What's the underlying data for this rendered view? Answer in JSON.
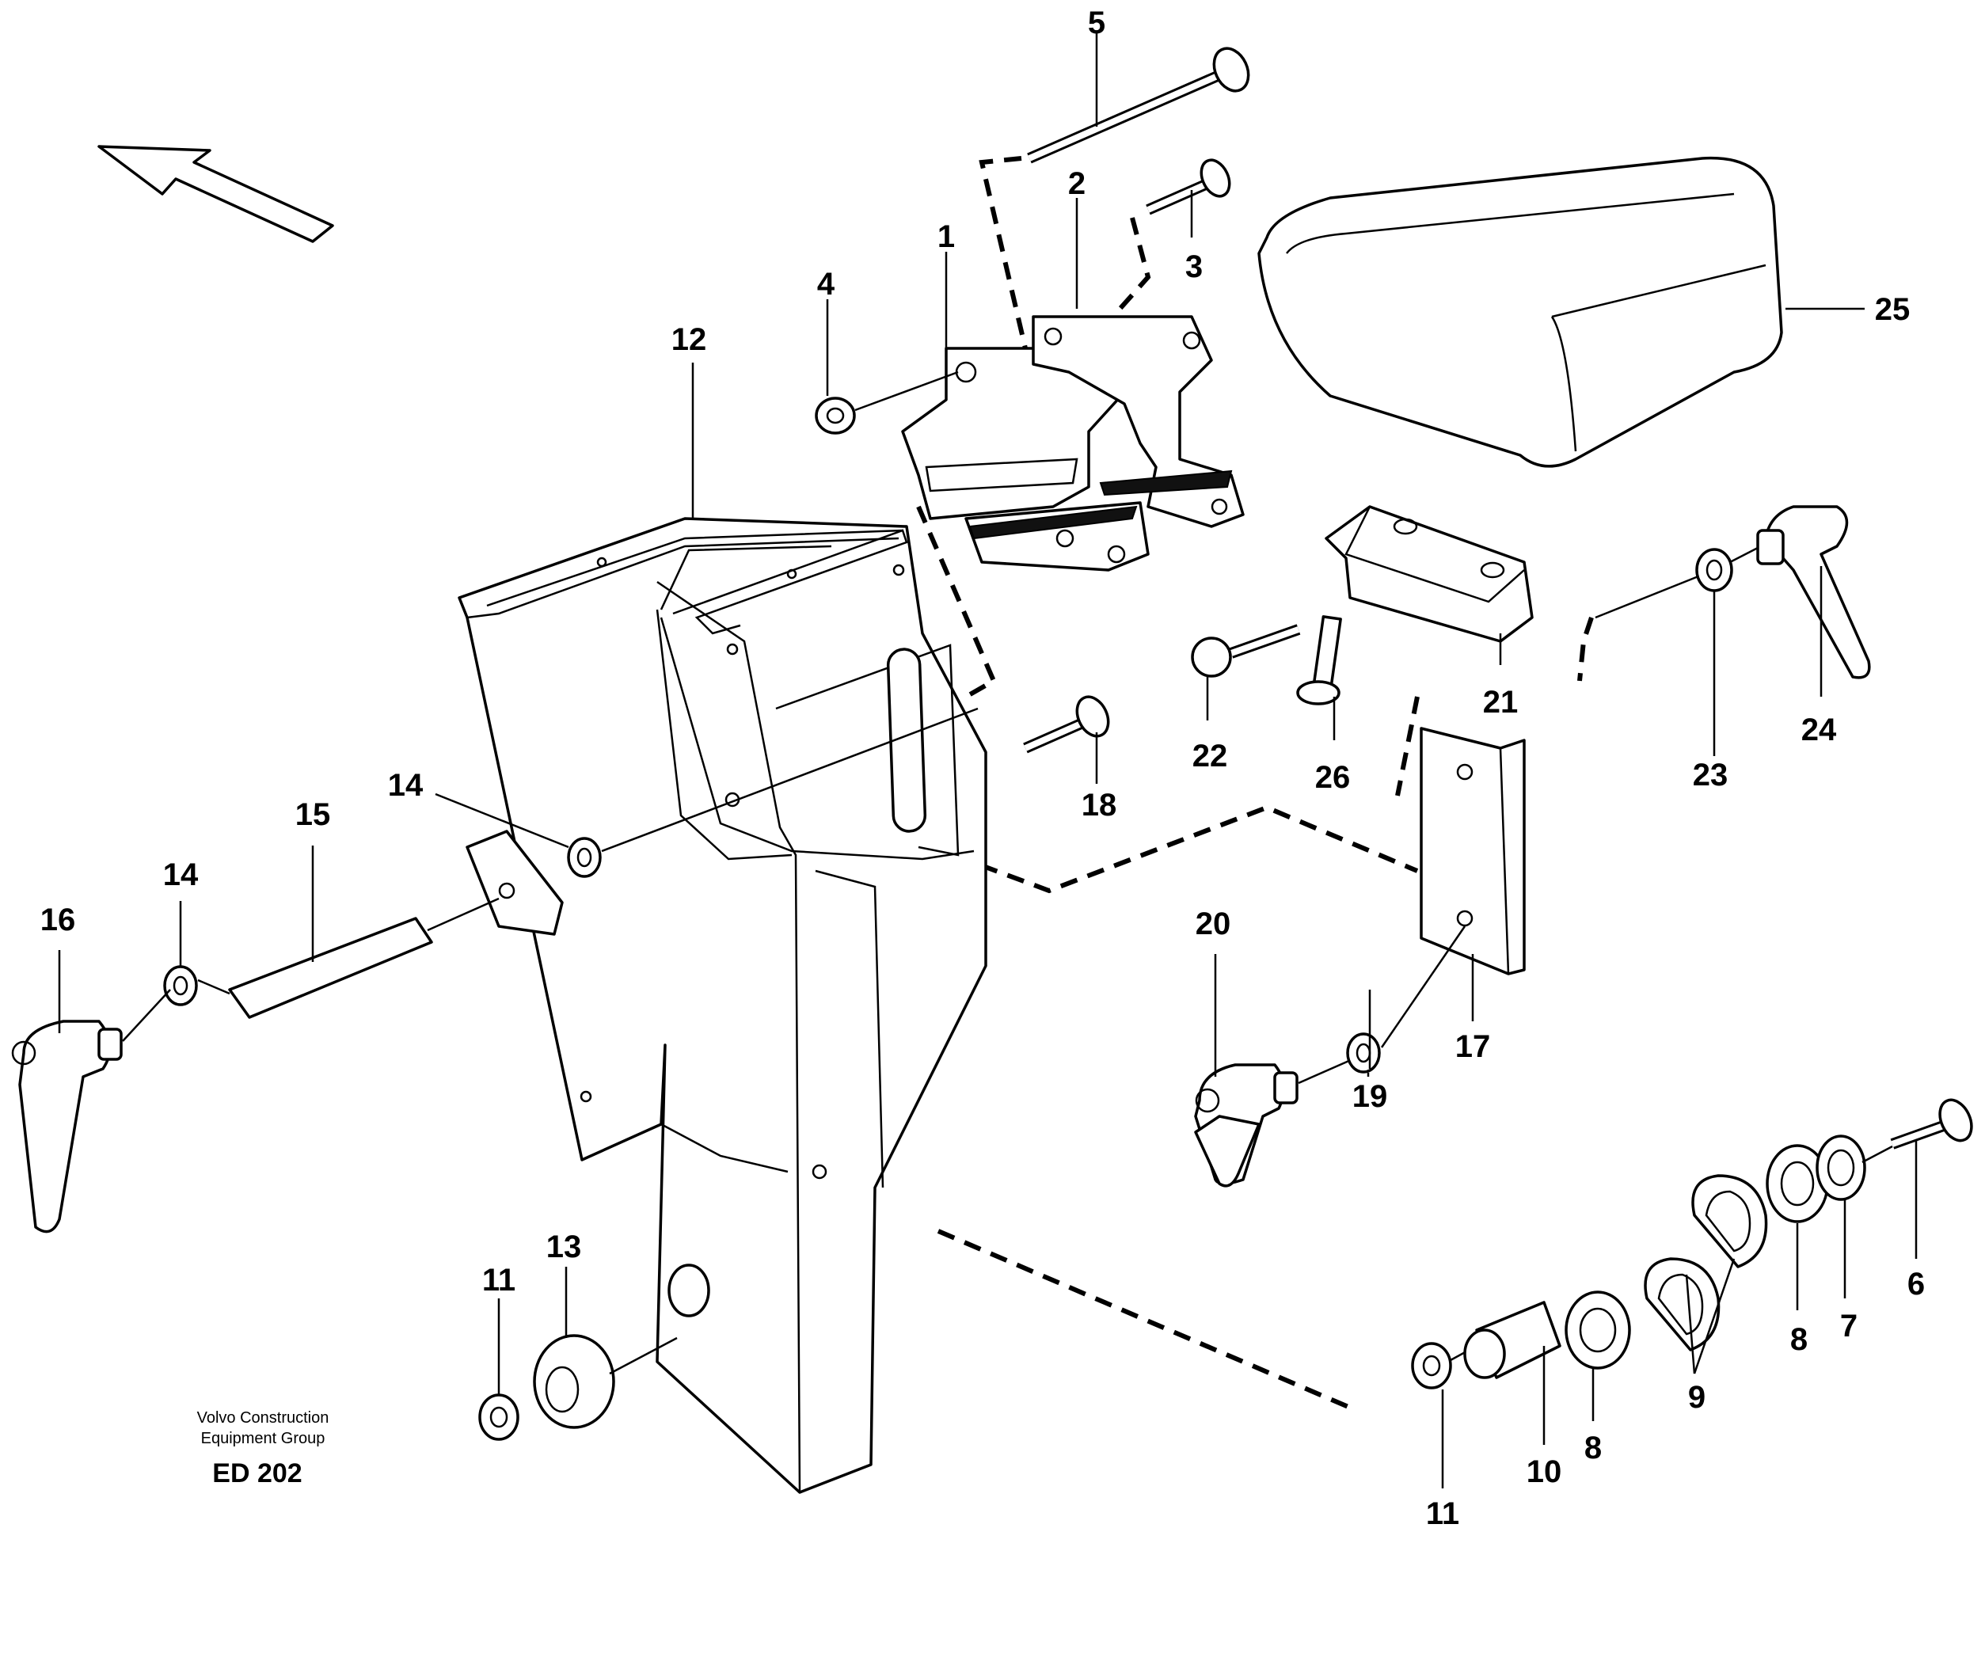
{
  "diagram": {
    "callouts": [
      "1",
      "2",
      "3",
      "4",
      "5",
      "6",
      "7",
      "8",
      "8",
      "9",
      "10",
      "11",
      "11",
      "12",
      "13",
      "14",
      "14",
      "15",
      "16",
      "17",
      "18",
      "19",
      "20",
      "21",
      "22",
      "23",
      "24",
      "25",
      "26"
    ],
    "credit": {
      "line1": "Volvo Construction",
      "line2": "Equipment Group",
      "code": "ED 202"
    }
  }
}
